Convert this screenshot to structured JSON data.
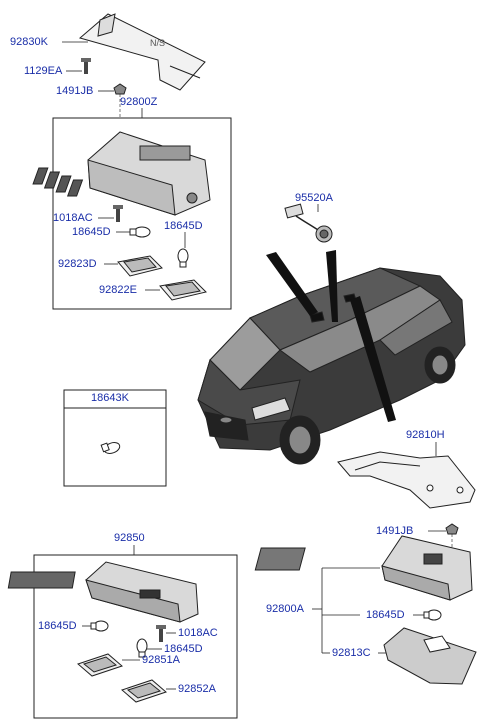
{
  "labels": {
    "p92830K": "92830K",
    "p1129EA": "1129EA",
    "p1491JB_top": "1491JB",
    "p92800Z": "92800Z",
    "p1018AC_top": "1018AC",
    "p18645D_top_a": "18645D",
    "p18645D_top_b": "18645D",
    "p92823D": "92823D",
    "p92822E": "92822E",
    "p95520A": "95520A",
    "p18643K": "18643K",
    "p92810H": "92810H",
    "p1491JB_bot": "1491JB",
    "p92800A": "92800A",
    "p18645D_right": "18645D",
    "p92813C": "92813C",
    "p92850": "92850",
    "p18645D_bl_a": "18645D",
    "p1018AC_bot": "1018AC",
    "p18645D_bl_b": "18645D",
    "p92851A": "92851A",
    "p92852A": "92852A"
  },
  "colors": {
    "label": "#1a2ea8",
    "line": "#222222",
    "part_fill": "#d8d8d8",
    "part_dark": "#555555"
  }
}
